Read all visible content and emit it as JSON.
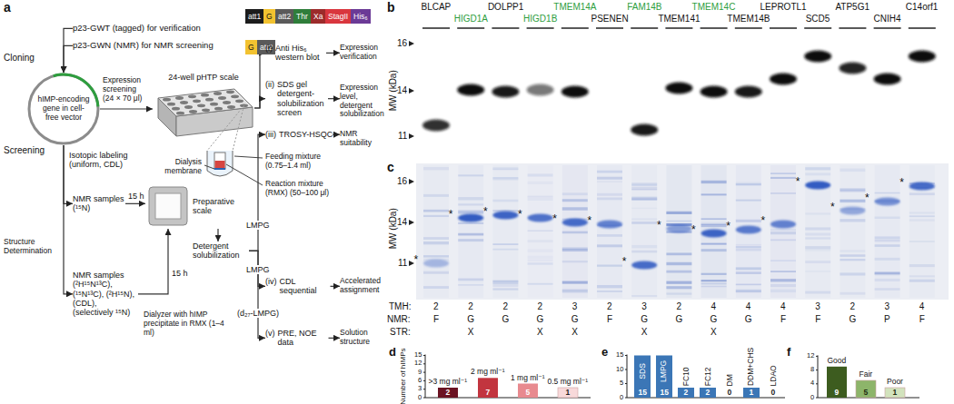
{
  "diagram": {
    "nodes": [
      {
        "text": [
          "p23-GWT (tagged) for verification"
        ]
      },
      {
        "text": [
          "p23-GWN (NMR) for NMR screening"
        ]
      },
      {
        "text": [
          "att1"
        ]
      },
      {
        "text": [
          "G"
        ]
      },
      {
        "text": [
          "att2"
        ]
      },
      {
        "text": [
          "Thr"
        ]
      },
      {
        "text": [
          "Xa"
        ]
      },
      {
        "text": [
          "StagII"
        ]
      },
      {
        "text": [
          "His₆"
        ]
      },
      {
        "text": [
          "G"
        ]
      },
      {
        "text": [
          "att2"
        ]
      },
      {
        "text": [
          "hIMP-encoding gene in cell-free vector"
        ]
      },
      {
        "text": [
          "24-well pHTP scale"
        ]
      },
      {
        "text": [
          "(i)",
          "Anti His₆ western blot"
        ]
      },
      {
        "text": [
          "Expression verification"
        ]
      },
      {
        "text": [
          "(ii)",
          "SDS gel detergent-solubilization screen"
        ]
      },
      {
        "text": [
          "Expression level, detergent solubilization"
        ]
      },
      {
        "text": [
          "NMR samples (¹⁵N)"
        ]
      },
      {
        "text": [
          "Preparative scale"
        ]
      },
      {
        "text": [
          "(iii)",
          "TROSY-HSQC"
        ]
      },
      {
        "text": [
          "NMR suitability"
        ]
      },
      {
        "text": [
          "Detergent solubilization"
        ]
      },
      {
        "text": [
          "NMR samples (²H¹⁵N¹³C), (¹⁵N¹³C), (²H¹⁵N), (CDL), (selectively ¹⁵N)"
        ]
      },
      {
        "text": [
          "(iv)",
          "CDL sequential"
        ]
      },
      {
        "text": [
          "Accelerated assignment"
        ]
      },
      {
        "text": [
          "(v)",
          "PRE, NOE data"
        ]
      },
      {
        "text": [
          "Solution structure"
        ]
      }
    ],
    "edges": [
      {
        "from": 0,
        "to": 11,
        "arrow": "to"
      },
      {
        "from": 1,
        "to": 11,
        "arrow": "to"
      },
      {
        "from": 11,
        "to": 12,
        "arrow": "to",
        "label": "Expression screening (24 × 70 μl)"
      },
      {
        "from": 12,
        "to": 13,
        "arrow": "to"
      },
      {
        "from": 12,
        "to": 15,
        "arrow": "to"
      },
      {
        "from": 13,
        "to": 14,
        "arrow": "to"
      },
      {
        "from": 15,
        "to": 16,
        "arrow": "to"
      },
      {
        "from": 11,
        "to": 17,
        "arrow": "to",
        "label": "Isotopic labeling (uniform, CDL)"
      },
      {
        "from": 11,
        "to": 22,
        "arrow": "to"
      },
      {
        "from": 17,
        "to": 18,
        "arrow": "to",
        "label": "15 h"
      },
      {
        "from": 22,
        "to": 18,
        "arrow": "to",
        "label": "15 h"
      },
      {
        "from": 18,
        "to": 21,
        "arrow": "to"
      },
      {
        "from": 21,
        "to": 19,
        "arrow": "to",
        "label": "LMPG"
      },
      {
        "from": 19,
        "to": 20,
        "arrow": "to"
      },
      {
        "from": 21,
        "to": 23,
        "arrow": "to",
        "label": "LMPG"
      },
      {
        "from": 21,
        "to": 25,
        "arrow": "to",
        "label": "(d₂₇-LMPG)"
      },
      {
        "from": 23,
        "to": 24,
        "arrow": "to"
      },
      {
        "from": 25,
        "to": 26,
        "arrow": "to"
      }
    ],
    "labels": [
      "a",
      "b",
      "c",
      "d",
      "e",
      "f",
      "Cloning",
      "Screening",
      "Structure Determination",
      "Feeding mixture (0.75–1.4 ml)",
      "Dialysis membrane",
      "Reaction mixture (RMX) (50–100 μl)",
      "Dialyzer with hIMP precipitate in RMX (1–4 ml)",
      "MW (kDa)",
      "16",
      "14",
      "11",
      "BLCAP",
      "HIGD1A",
      "DOLPP1",
      "HIGD1B",
      "TMEM14A",
      "PSENEN",
      "FAM14B",
      "TMEM141",
      "TMEM14C",
      "TMEM14B",
      "LEPROTL1",
      "SCD5",
      "ATP5G1",
      "CNIH4",
      "C14orf1",
      "MW (kDa)",
      "16",
      "14",
      "11",
      "*",
      "*",
      "*",
      "*",
      "*",
      "*",
      "*",
      "*",
      "*",
      "*",
      "*",
      "*",
      "*",
      "*",
      "*",
      "TMH:",
      "2",
      "2",
      "2",
      "2",
      "3",
      "2",
      "3",
      "2",
      "4",
      "4",
      "4",
      "3",
      "2",
      "3",
      "4",
      "NMR:",
      "F",
      "G",
      "G",
      "G",
      "G",
      "F",
      "G",
      "G",
      "G",
      "G",
      "F",
      "F",
      "G",
      "P",
      "F",
      "STR:",
      "X",
      "X",
      "X",
      "X",
      "X",
      "Number of hIMPs",
      "0",
      "3",
      "6",
      "9",
      "12",
      "15",
      ">3 mg ml⁻¹",
      "2 mg ml⁻¹",
      "1 mg ml⁻¹",
      "0.5 mg ml⁻¹",
      "2",
      "7",
      "5",
      "1",
      "0",
      "5",
      "10",
      "15",
      "SDS",
      "LMPG",
      "FC10",
      "FC12",
      "DM",
      "DDM+CHS",
      "LDAO",
      "15",
      "15",
      "2",
      "2",
      "0",
      "1",
      "0",
      "0",
      "4",
      "8",
      "12",
      "Good",
      "Fair",
      "Poor",
      "9",
      "5",
      "1"
    ]
  }
}
